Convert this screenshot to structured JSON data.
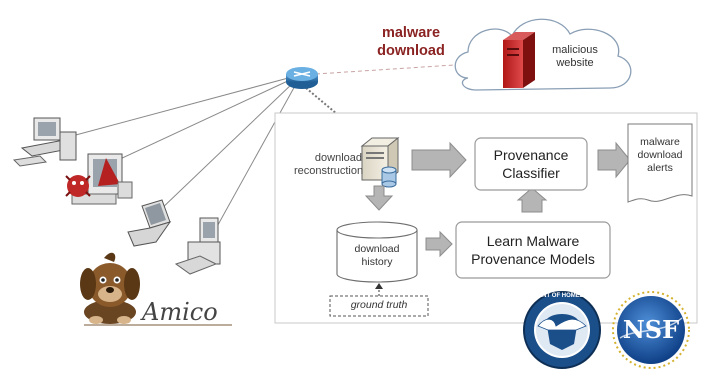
{
  "title": {
    "line1": "malware",
    "line2": "download"
  },
  "cloud": {
    "line1": "malicious",
    "line2": "website"
  },
  "server_label": {
    "line1": "download",
    "line2": "reconstruction"
  },
  "classifier": {
    "line1": "Provenance",
    "line2": "Classifier"
  },
  "alerts": {
    "line1": "malware",
    "line2": "download",
    "line3": "alerts"
  },
  "history": {
    "line1": "download",
    "line2": "history"
  },
  "learn": {
    "line1": "Learn Malware",
    "line2": "Provenance Models"
  },
  "ground_truth": "ground truth",
  "logo_text": "Amico",
  "dhs_seal_text": "U.S. DEPARTMENT OF HOMELAND SECURITY",
  "nsf_text": "NSF",
  "colors": {
    "accent_red": "#8b2323",
    "arrow_gray": "#b5b5b5",
    "box_border": "#9a9a9a",
    "router_blue": "#2f78b0",
    "dhs_blue": "#1b4f8a",
    "nsf_blue": "#1e5aa8"
  }
}
